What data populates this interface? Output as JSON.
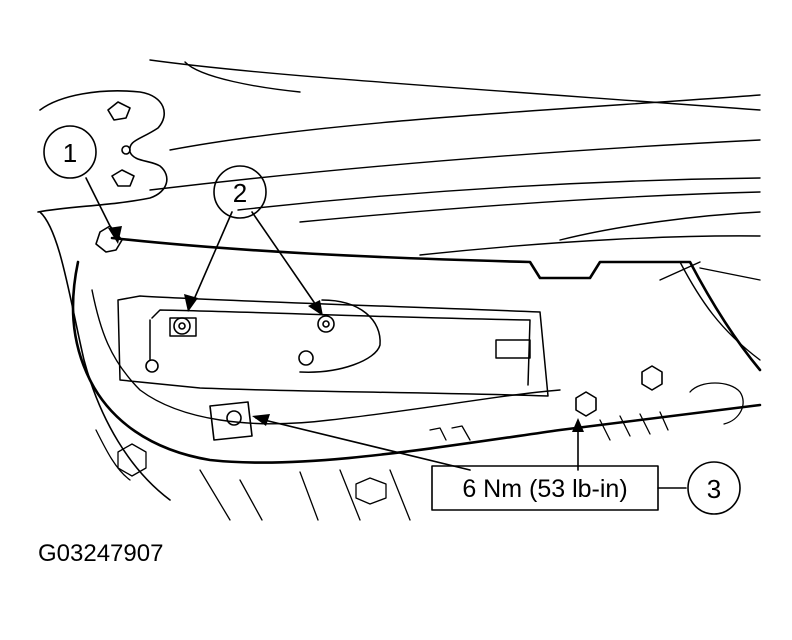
{
  "figure": {
    "id": "G03247907",
    "callouts": [
      {
        "label": "1",
        "icon": "callout-circle"
      },
      {
        "label": "2",
        "icon": "callout-circle"
      },
      {
        "label": "3",
        "icon": "callout-circle"
      }
    ],
    "torque_spec": "6 Nm (53 lb-in)"
  },
  "colors": {
    "line": "#000000",
    "background": "#ffffff"
  }
}
